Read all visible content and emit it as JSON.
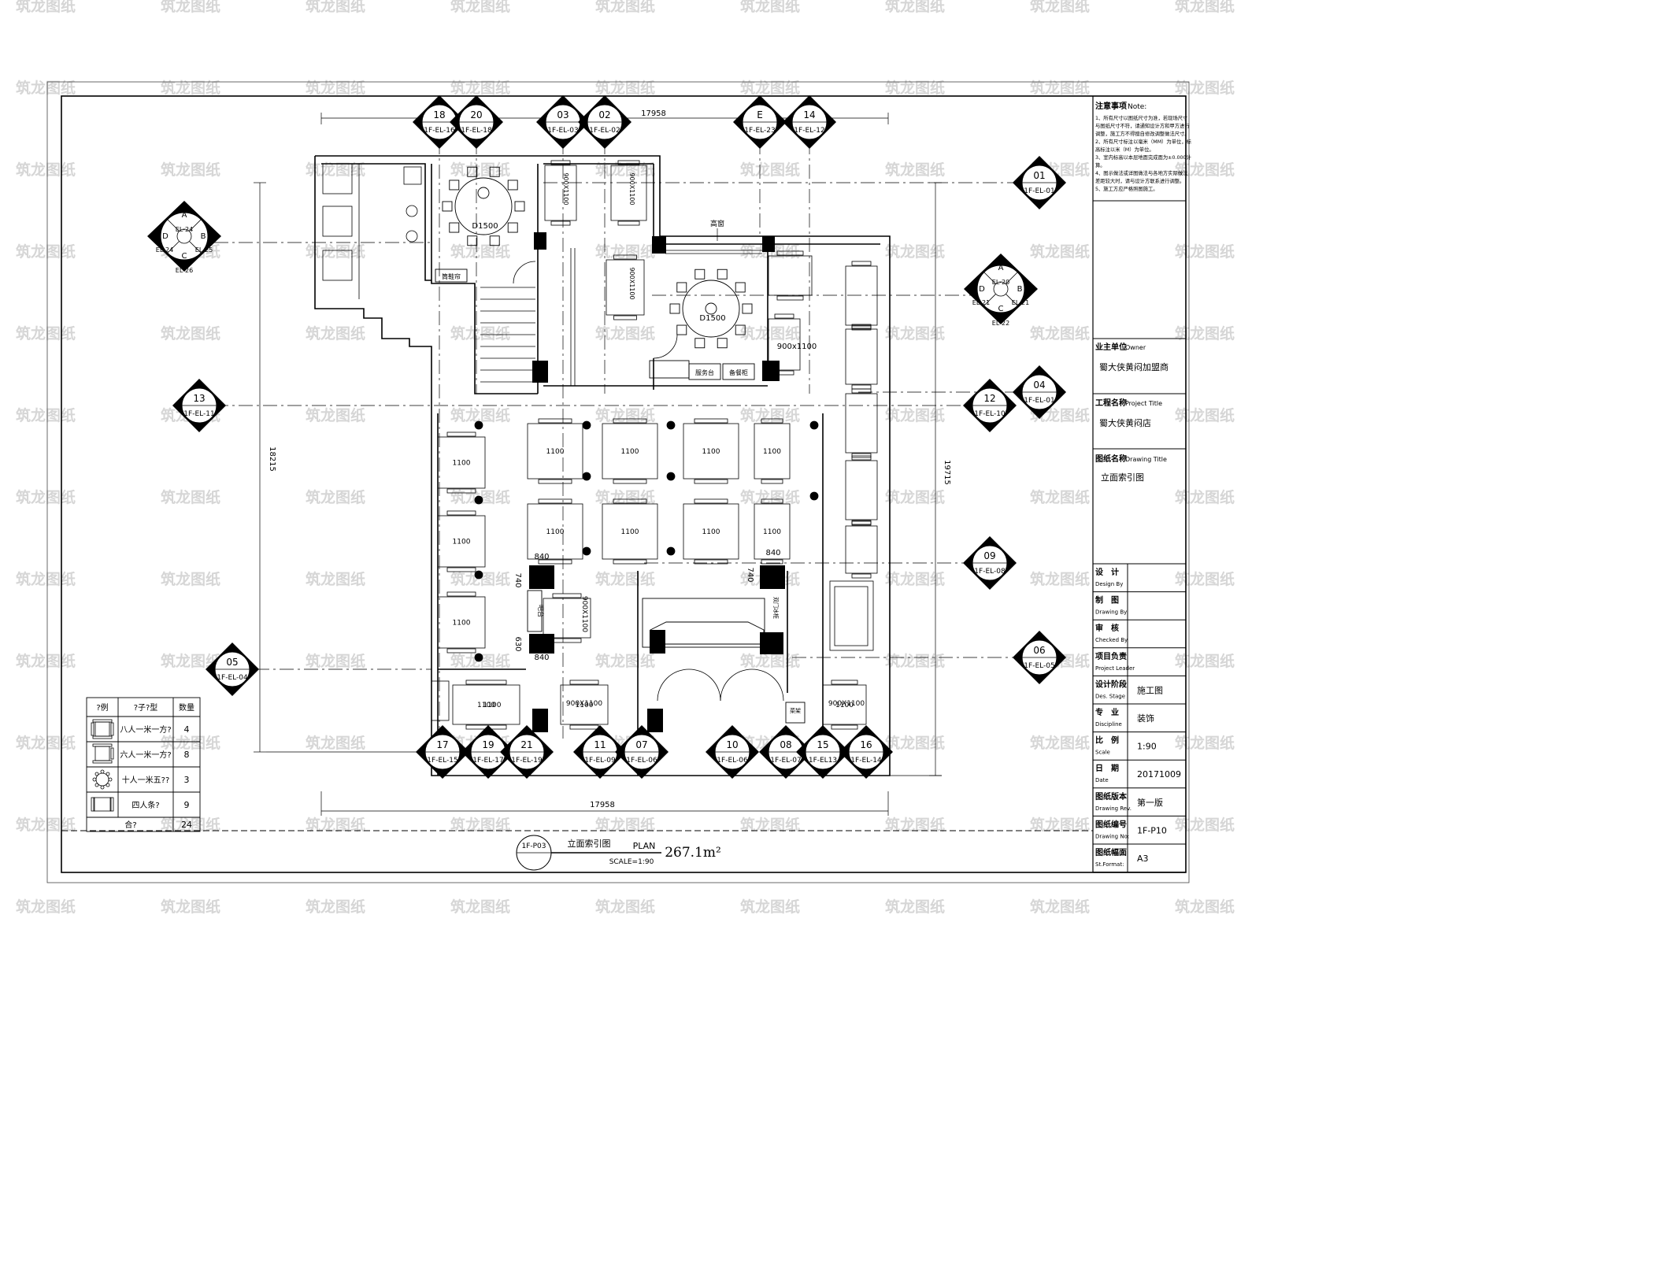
{
  "watermark": "筑龙图纸",
  "dims": {
    "top": "17958",
    "bottom": "17958",
    "left": "18215",
    "right": "19715",
    "d840a": "840",
    "d840b": "840",
    "d840c": "840",
    "d740a": "740",
    "d740b": "740",
    "d630": "630"
  },
  "markers": {
    "m18": {
      "num": "18",
      "code": "1F-EL-16"
    },
    "m20": {
      "num": "20",
      "code": "1F-EL-18"
    },
    "m03": {
      "num": "03",
      "code": "1F-EL-03"
    },
    "m02": {
      "num": "02",
      "code": "1F-EL-02"
    },
    "mE": {
      "num": "E",
      "code": "1F-EL-23"
    },
    "m14": {
      "num": "14",
      "code": "1F-EL-12"
    },
    "m01": {
      "num": "01",
      "code": "1F-EL-01"
    },
    "m04": {
      "num": "04",
      "code": "1F-EL-01"
    },
    "m13": {
      "num": "13",
      "code": "1F-EL-11"
    },
    "m12": {
      "num": "12",
      "code": "1F-EL-10"
    },
    "m09": {
      "num": "09",
      "code": "1F-EL-08"
    },
    "m05": {
      "num": "05",
      "code": "1F-EL-04"
    },
    "m06": {
      "num": "06",
      "code": "1F-EL-05"
    },
    "m17": {
      "num": "17",
      "code": "1F-EL-15"
    },
    "m19": {
      "num": "19",
      "code": "1F-EL-17"
    },
    "m21": {
      "num": "21",
      "code": "1F-EL-19"
    },
    "m11": {
      "num": "11",
      "code": "1F-EL-09"
    },
    "m07": {
      "num": "07",
      "code": "1F-EL-06"
    },
    "m10": {
      "num": "10",
      "code": "1F-EL-06"
    },
    "m08": {
      "num": "08",
      "code": "1F-EL-07"
    },
    "m15": {
      "num": "15",
      "code": "1F-EL13"
    },
    "m16": {
      "num": "16",
      "code": "1F-EL-14"
    }
  },
  "quad_left": {
    "a": "A",
    "b": "B",
    "c": "C",
    "d": "D",
    "ca": "EL-24",
    "cb": "EL-25",
    "cc": "EL-26",
    "cd": "EL-24"
  },
  "quad_right": {
    "a": "A",
    "b": "B",
    "c": "C",
    "d": "D",
    "ca": "EL-20",
    "cb": "EL-21",
    "cc": "EL-22",
    "cd": "EL-21"
  },
  "labels": {
    "gaoming": "高窗",
    "round_a": "D1500",
    "round_b": "D1500",
    "t900x1100": "900x1100",
    "t1100": "1100",
    "t1100b": "1100",
    "caijia": "菜架",
    "service_a": "服务台",
    "service_b": "备餐柜",
    "shoe": "筒鞋帘",
    "cab_a": "900X1100",
    "cab_b": "900X1100",
    "cab_c": "900X1100",
    "mid_table": "900X1100",
    "bottom_t1": "900X1100",
    "bottom_t2": "900X1100",
    "side_note": "双门冰柜",
    "cashier_label": "吧台",
    "ref_num": "1F-P03",
    "ref_title": "立面索引图",
    "ref_plan": "PLAN",
    "ref_scale": "SCALE=1:90",
    "area": "267.1m²"
  },
  "legend": {
    "headers": [
      "?例",
      "?子?型",
      "数量"
    ],
    "rows": [
      {
        "icon": "eight-seat-icon",
        "name": "八人一米一方?",
        "qty": "4"
      },
      {
        "icon": "six-seat-icon",
        "name": "六人一米一方?",
        "qty": "8"
      },
      {
        "icon": "round-ten-icon",
        "name": "十人一米五??",
        "qty": "3"
      },
      {
        "icon": "four-bench-icon",
        "name": "四人条?",
        "qty": "9"
      },
      {
        "icon": "",
        "name": "合?",
        "qty": "24"
      }
    ]
  },
  "notes": {
    "title": "注意事项",
    "title_en": "Note:",
    "lines": [
      "1、所有尺寸以图纸尺寸为准，若现场尺寸",
      "与图纸尺寸不符，请通知设计方和甲方进行",
      "调整，施工方不得擅自修改调整做法尺寸。",
      "2、所有尺寸标注以毫米（MM）为单位，标",
      "高标注以米（M）为单位。",
      "3、室内标高以本层地面完成面为±0.000计",
      "算。",
      "4、图示做法或详图做法与各地方实际做法",
      "差距较大时，请与设计方联系进行调整。",
      "5、施工方应严格照图施工。"
    ]
  },
  "title_block": {
    "owner_label": "业主单位",
    "owner_label_en": "Owner",
    "owner_value": "蜀大侠黄闷加盟商",
    "project_label": "工程名称",
    "project_label_en": "Project Title",
    "project_value": "蜀大侠黄闷店",
    "drawing_label": "图纸名称",
    "drawing_label_en": "Drawing Title",
    "drawing_value": "立面索引图",
    "rows": [
      {
        "cn": "设　计",
        "en": "Design By",
        "value": ""
      },
      {
        "cn": "制　图",
        "en": "Drawing By",
        "value": ""
      },
      {
        "cn": "审　核",
        "en": "Checked By",
        "value": ""
      },
      {
        "cn": "项目负责",
        "en": "Project Leader",
        "value": ""
      },
      {
        "cn": "设计阶段",
        "en": "Des. Stage",
        "value": "施工图"
      },
      {
        "cn": "专　业",
        "en": "Discipline",
        "value": "装饰"
      },
      {
        "cn": "比　例",
        "en": "Scale",
        "value": "1:90"
      },
      {
        "cn": "日　期",
        "en": "Date",
        "value": "20171009"
      },
      {
        "cn": "图纸版本",
        "en": "Drawing Rev.",
        "value": "第一版"
      },
      {
        "cn": "图纸编号",
        "en": "Drawing No:",
        "value": "1F-P10"
      },
      {
        "cn": "图纸幅面",
        "en": "St.Format:",
        "value": "A3"
      }
    ]
  }
}
